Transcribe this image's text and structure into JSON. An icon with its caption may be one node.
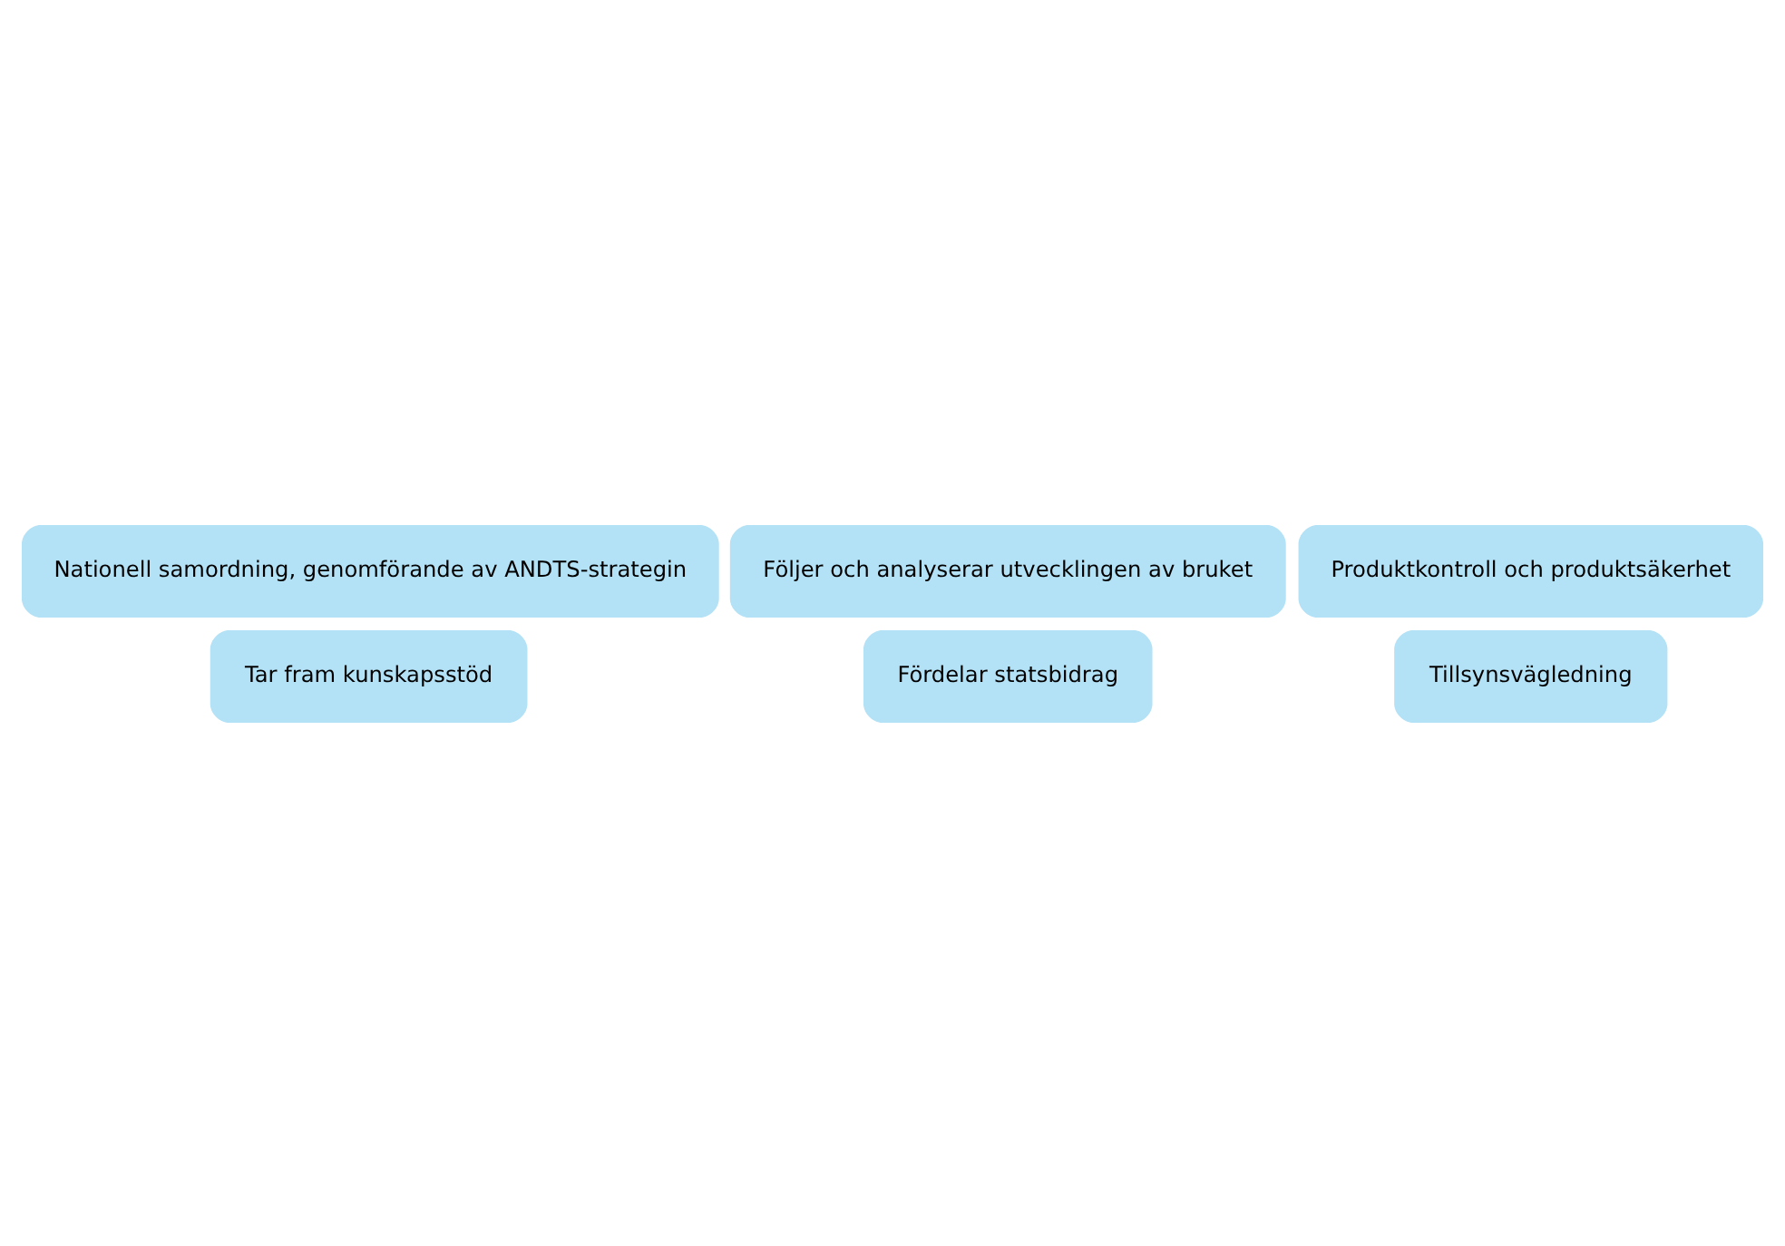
{
  "diagram": {
    "nodes": [
      {
        "text": [
          "Tar fram kunskapsstöd"
        ]
      },
      {
        "text": [
          "Tillsynsvägledning"
        ]
      },
      {
        "text": [
          "Fördelar statsbidrag"
        ]
      },
      {
        "text": [
          "Nationell samordning, genomförande av ANDTS-strategin"
        ]
      },
      {
        "text": [
          "Produktkontroll och produktsäkerhet"
        ]
      },
      {
        "text": [
          "Följer och analyserar utvecklingen av bruket"
        ]
      }
    ]
  }
}
